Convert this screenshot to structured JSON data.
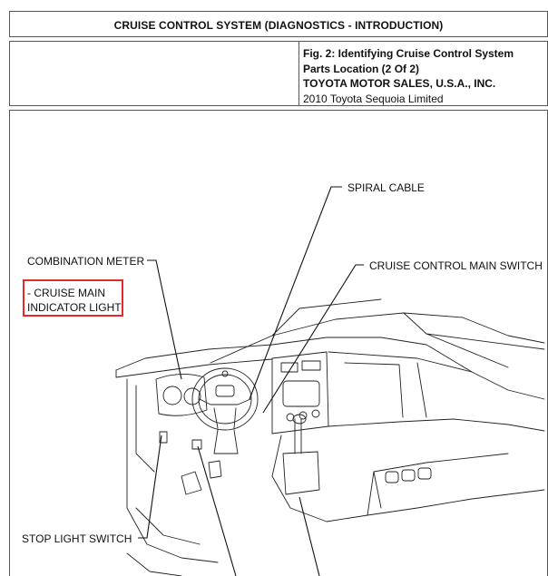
{
  "header": {
    "title": "CRUISE CONTROL SYSTEM (DIAGNOSTICS - INTRODUCTION)"
  },
  "info": {
    "caption": "Fig. 2: Identifying Cruise Control System Parts Location (2 Of 2)",
    "publisher": "TOYOTA MOTOR SALES, U.S.A., INC.",
    "vehicle": "2010 Toyota Sequoia Limited"
  },
  "figure": {
    "labels": {
      "spiral_cable": "SPIRAL CABLE",
      "cruise_control_main_switch": "CRUISE CONTROL MAIN SWITCH",
      "combination_meter": "COMBINATION METER",
      "cruise_main_indicator_line1": "- CRUISE MAIN",
      "cruise_main_indicator_line2": "INDICATOR LIGHT",
      "stop_light_switch": "STOP LIGHT SWITCH"
    },
    "highlight_color": "#e22a2a"
  }
}
